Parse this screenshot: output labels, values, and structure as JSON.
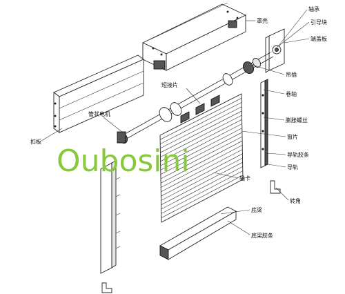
{
  "labels": {
    "bearing": "轴承",
    "guide_block": "引导块",
    "housing": "罩壳",
    "end_plate": "端盖板",
    "hanger": "吊插",
    "short_piece": "短接片",
    "roller_shaft": "卷轴",
    "tube_motor": "管状电机",
    "expansion_bolt": "膨胀螺丝",
    "window_piece": "窗片",
    "guide_strip": "导轨胶条",
    "guide_rail": "导轨",
    "cover_plate": "扣板",
    "card_clip": "轴卡",
    "corner": "转角",
    "bottom_beam": "底梁",
    "bottom_beam_strip": "底梁胶条"
  },
  "watermark": "Oubosini"
}
